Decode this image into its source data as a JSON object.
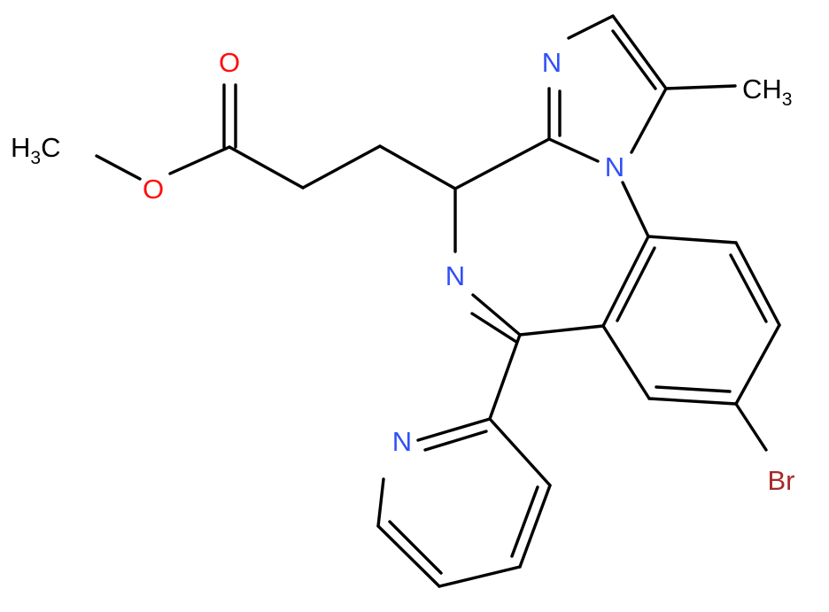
{
  "atom_labels": {
    "o_carbonyl": "O",
    "o_ester": "O",
    "methyl_ester": {
      "main": "H",
      "sub": "3",
      "tail": "C"
    },
    "n_imidazole": "N",
    "n_bridge": "N",
    "methyl_imidazole": {
      "main": "CH",
      "sub": "3"
    },
    "n_imine": "N",
    "n_pyridine": "N",
    "bromine": "Br"
  },
  "colors": {
    "bond": "#000000",
    "carbon": "#000000",
    "nitrogen": "#3050F8",
    "oxygen": "#FF0D0D",
    "bromine": "#A62929"
  }
}
